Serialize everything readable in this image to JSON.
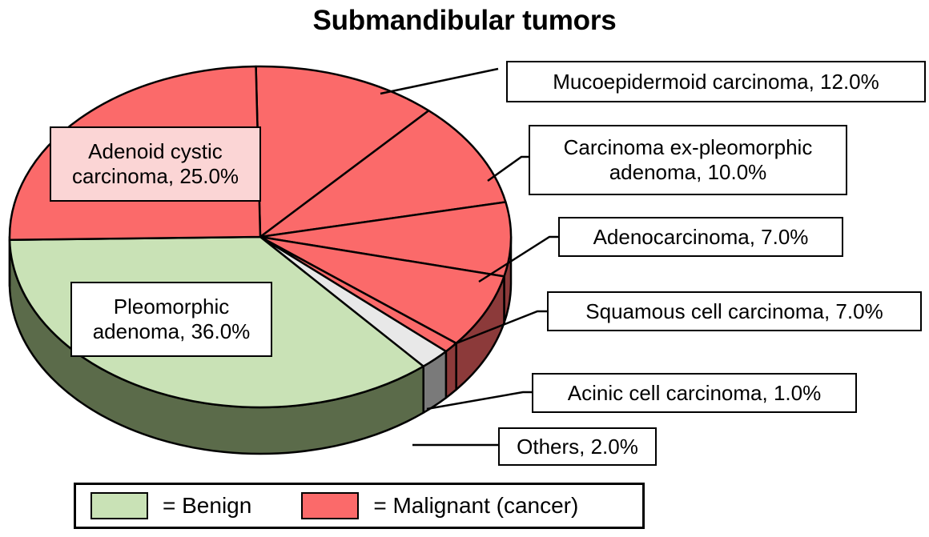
{
  "chart_data": {
    "type": "pie",
    "title": "Submandibular tumors",
    "xlabel": "",
    "ylabel": "",
    "three_d": true,
    "value_unit": "percent",
    "categories": [
      "Pleomorphic adenoma",
      "Adenoid cystic carcinoma",
      "Mucoepidermoid carcinoma",
      "Carcinoma ex-pleomorphic adenoma",
      "Adenocarcinoma",
      "Squamous cell carcinoma",
      "Acinic cell carcinoma",
      "Others"
    ],
    "values": [
      36.0,
      25.0,
      12.0,
      10.0,
      7.0,
      7.0,
      1.0,
      2.0
    ],
    "slices": [
      {
        "name": "Pleomorphic adenoma",
        "value": 36.0,
        "label": "Pleomorphic\nadenoma, 36.0%",
        "color": "#C9E2B6",
        "side_color": "#5B6B4A",
        "group": "Benign"
      },
      {
        "name": "Adenoid cystic carcinoma",
        "value": 25.0,
        "label": "Adenoid cystic\ncarcinoma, 25.0%",
        "color": "#FB6A6A",
        "side_color": "#8C3A3A",
        "group": "Malignant"
      },
      {
        "name": "Mucoepidermoid carcinoma",
        "value": 12.0,
        "label": "Mucoepidermoid carcinoma, 12.0%",
        "color": "#FB6A6A",
        "side_color": "#8C3A3A",
        "group": "Malignant"
      },
      {
        "name": "Carcinoma ex-pleomorphic adenoma",
        "value": 10.0,
        "label": "Carcinoma ex-pleomorphic\nadenoma, 10.0%",
        "color": "#FB6A6A",
        "side_color": "#8C3A3A",
        "group": "Malignant"
      },
      {
        "name": "Adenocarcinoma",
        "value": 7.0,
        "label": "Adenocarcinoma, 7.0%",
        "color": "#FB6A6A",
        "side_color": "#8C3A3A",
        "group": "Malignant"
      },
      {
        "name": "Squamous cell carcinoma",
        "value": 7.0,
        "label": "Squamous cell carcinoma, 7.0%",
        "color": "#FB6A6A",
        "side_color": "#8C3A3A",
        "group": "Malignant"
      },
      {
        "name": "Acinic cell carcinoma",
        "value": 1.0,
        "label": "Acinic cell carcinoma, 1.0%",
        "color": "#FB6A6A",
        "side_color": "#8C3A3A",
        "group": "Malignant"
      },
      {
        "name": "Others",
        "value": 2.0,
        "label": "Others, 2.0%",
        "color": "#E8E8E8",
        "side_color": "#7A7A7A",
        "group": "Other"
      }
    ],
    "legend": {
      "position": "bottom",
      "entries": [
        {
          "label": "= Benign",
          "color": "#C9E2B6"
        },
        {
          "label": "= Malignant (cancer)",
          "color": "#FB6A6A"
        }
      ]
    }
  },
  "callouts": {
    "mucoepidermoid": "Mucoepidermoid carcinoma, 12.0%",
    "carcinoma_ex": "Carcinoma ex-pleomorphic\nadenoma, 10.0%",
    "adenocarcinoma": "Adenocarcinoma, 7.0%",
    "squamous": "Squamous cell carcinoma, 7.0%",
    "acinic": "Acinic cell carcinoma, 1.0%",
    "others": "Others, 2.0%",
    "adenoid": "Adenoid cystic\ncarcinoma, 25.0%",
    "pleomorphic": "Pleomorphic\nadenoma, 36.0%"
  },
  "colors": {
    "benign": "#C9E2B6",
    "malignant": "#FB6A6A",
    "other": "#E8E8E8",
    "benign_side": "#5B6B4A",
    "malignant_side": "#8C3A3A",
    "other_side": "#7A7A7A",
    "outline": "#000000",
    "callout_highlight": "#FBD5D5"
  }
}
